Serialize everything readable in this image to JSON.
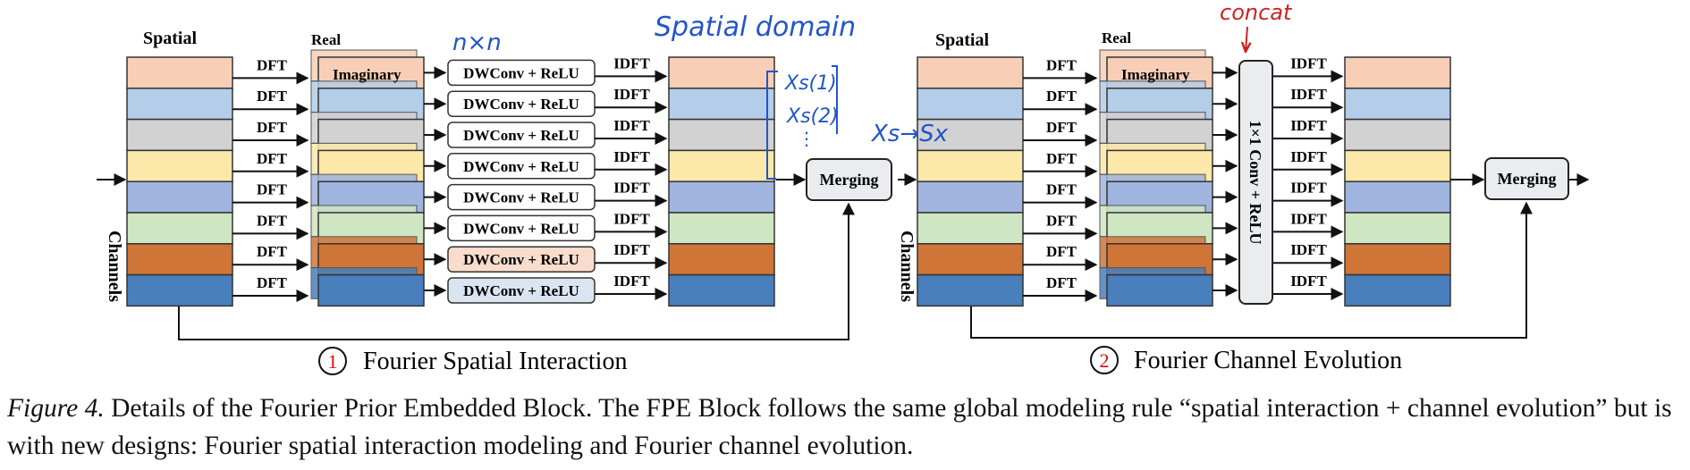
{
  "diagram": {
    "left_panel": {
      "label_spatial": "Spatial",
      "label_real": "Real",
      "label_imaginary": "Imaginary",
      "label_channels": "Channels",
      "dft_label": "DFT",
      "idft_label": "IDFT",
      "op_label": "DWConv + ReLU",
      "merge_label": "Merging",
      "section_number": "1",
      "section_title": "Fourier Spatial Interaction"
    },
    "right_panel": {
      "label_spatial": "Spatial",
      "label_real": "Real",
      "label_imaginary": "Imaginary",
      "label_channels": "Channels",
      "dft_label": "DFT",
      "idft_label": "IDFT",
      "conv_label": "1×1 Conv + ReLU",
      "merge_label": "Merging",
      "section_number": "2",
      "section_title": "Fourier Channel Evolution"
    },
    "channel_colors": [
      "#f8cfb6",
      "#b4cde8",
      "#d2d2d2",
      "#fce8a8",
      "#9fb5df",
      "#cfe6c3",
      "#cf7538",
      "#4a7fbd"
    ],
    "op_box_fills": [
      "#ffffff",
      "#ffffff",
      "#ffffff",
      "#ffffff",
      "#ffffff",
      "#ffffff",
      "#f9dccb",
      "#dbe5f1"
    ],
    "annotations": {
      "nxn": "n×n",
      "spatial_domain": "Spatial domain",
      "xs1": "Xs(1)",
      "xs2": "Xs(2)",
      "xs_to_sx": "Xs→Sx",
      "concat": "concat",
      "ink_blue": "#2255cc",
      "ink_red": "#cc2222"
    }
  },
  "caption": {
    "label": "Figure 4.",
    "text": " Details of the Fourier Prior Embedded Block.  The FPE Block follows the same global modeling rule “spatial interaction + channel evolution” but is with new designs: Fourier spatial interaction modeling and Fourier channel evolution."
  }
}
